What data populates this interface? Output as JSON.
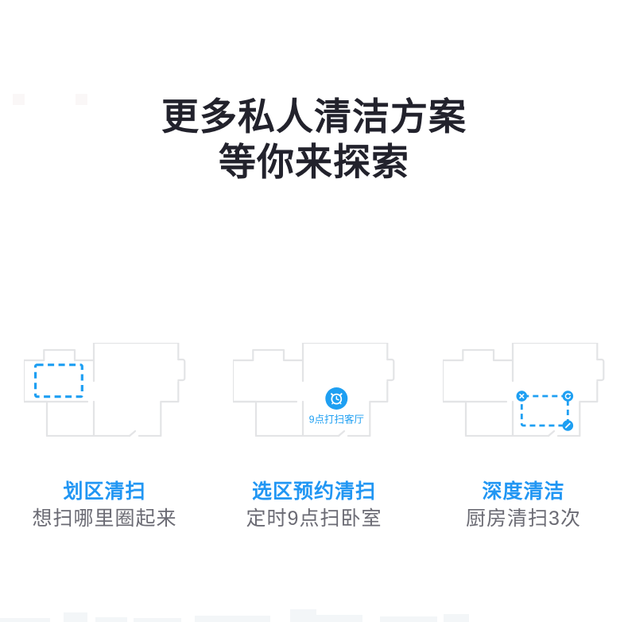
{
  "colors": {
    "background": "#ffffff",
    "heading_text": "#22222c",
    "accent_blue_graphics": "#1e9ff2",
    "accent_blue_titles": "#2196f3",
    "subtitle_gray": "#6b6b74",
    "floorplan_stroke": "#e3e4e6",
    "skyline_fill": "#f3f6f8"
  },
  "heading": {
    "line1": "更多私人清洁方案",
    "line2": "等你来探索"
  },
  "features": [
    {
      "title": "划区清扫",
      "subtitle": "想扫哪里圈起来",
      "icon": "zone-dashed-rectangle-icon"
    },
    {
      "title": "选区预约清扫",
      "subtitle": "定时9点扫卧室",
      "overlay_label": "9点打扫客厅",
      "icon": "alarm-clock-badge-icon"
    },
    {
      "title": "深度清洁",
      "subtitle": "厨房清扫3次",
      "icon": "editable-zone-rectangle-icon",
      "handle_icons": [
        "close-icon",
        "rotate-icon",
        "resize-icon"
      ]
    }
  ],
  "skyline": [
    [
      0,
      63,
      5
    ],
    [
      80,
      30,
      12
    ],
    [
      120,
      40,
      6
    ],
    [
      168,
      60,
      5
    ],
    [
      245,
      95,
      8
    ],
    [
      365,
      33,
      16
    ],
    [
      398,
      58,
      9
    ],
    [
      478,
      72,
      7
    ],
    [
      558,
      32,
      10
    ]
  ]
}
